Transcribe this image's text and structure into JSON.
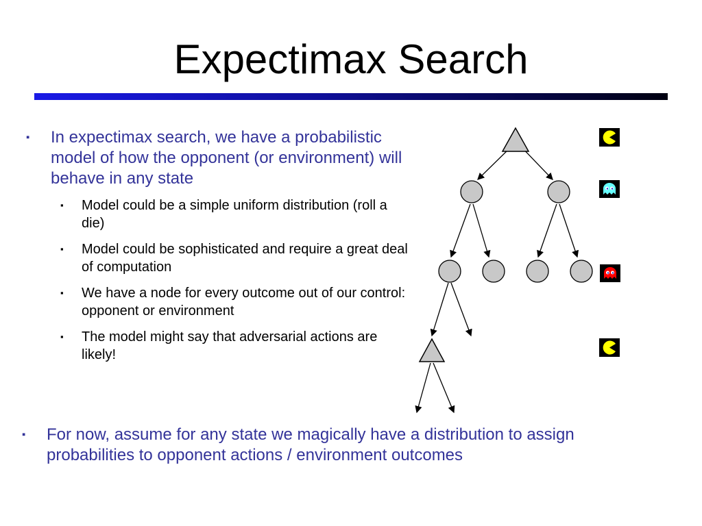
{
  "slide": {
    "title": "Expectimax Search",
    "bullet_main": "In expectimax search, we have a probabilistic model of how the opponent (or environment) will behave in any state",
    "sub_bullets": [
      "Model could be a simple uniform distribution (roll a die)",
      "Model could be sophisticated and require a great deal of computation",
      "We have a node for every outcome out of our control: opponent or environment",
      "The model might say that adversarial actions are likely!"
    ],
    "bullet_bottom": "For now, assume for any state we magically have a distribution to assign probabilities to opponent actions / environment outcomes",
    "bullet_marker": "▪"
  },
  "colors": {
    "title_rule": "#1a1ae6",
    "bullet_text": "#333399",
    "node_fill": "#c8c8c8",
    "pacman": "#ffff00",
    "ghost_cyan": "#66ffff",
    "ghost_red": "#ff0000"
  },
  "icons": [
    "pacman-icon",
    "cyan-ghost-icon",
    "red-ghost-icon",
    "pacman-icon"
  ]
}
